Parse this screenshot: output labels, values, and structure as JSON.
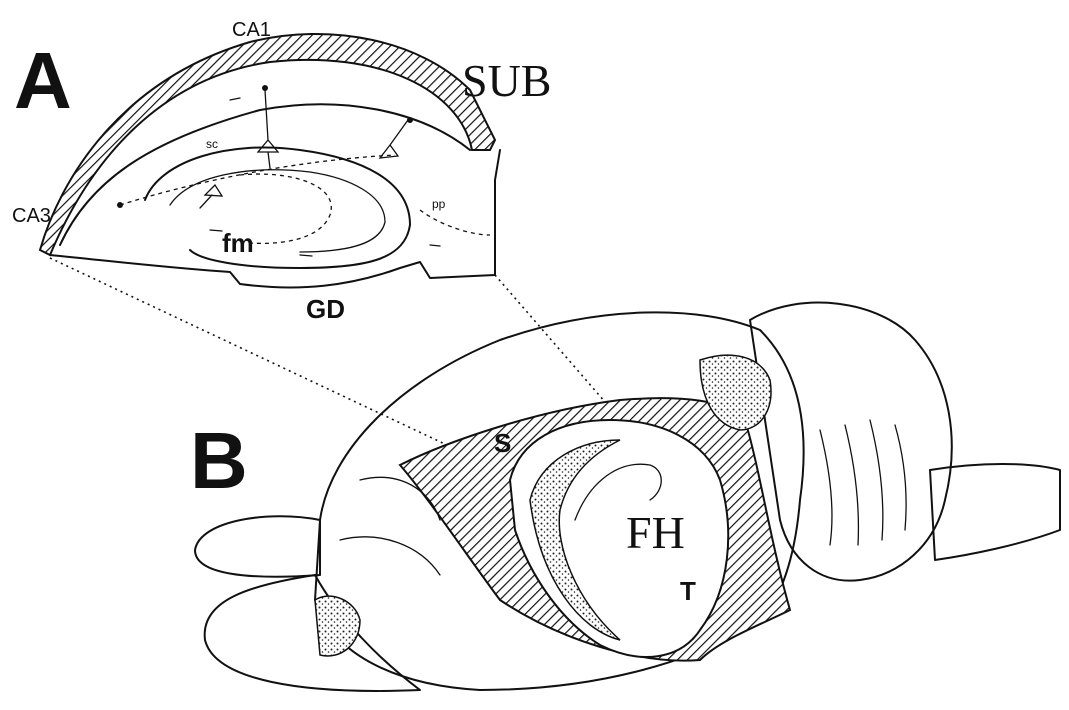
{
  "panels": {
    "a_letter": "A",
    "b_letter": "B"
  },
  "labels": {
    "ca1": "CA1",
    "ca3": "CA3",
    "sub": "SUB",
    "sc": "sc",
    "pp": "pp",
    "fm": "fm",
    "gd": "GD",
    "s": "S",
    "t": "T",
    "fh": "FH"
  }
}
